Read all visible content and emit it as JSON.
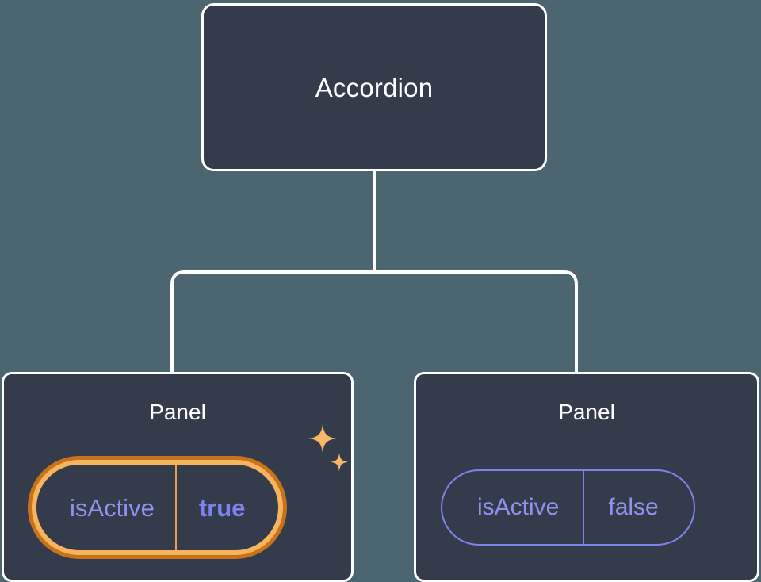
{
  "theme": {
    "background": "#4c6671",
    "node_fill": "#343c4b",
    "node_border": "#ffffff",
    "edge_color": "#ffffff",
    "prop_text": "#8e93ef",
    "prop_border": "#7d83ec",
    "highlight_outer_ring": "#c8731c",
    "highlight_inner_ring": "#f6b45f",
    "sparkle_color": "#f9b867"
  },
  "tree": {
    "root": {
      "title": "Accordion"
    },
    "children": [
      {
        "title": "Panel",
        "highlighted": true,
        "prop": {
          "key": "isActive",
          "value": "true"
        },
        "sparkle_icon": "sparkles-icon"
      },
      {
        "title": "Panel",
        "highlighted": false,
        "prop": {
          "key": "isActive",
          "value": "false"
        }
      }
    ]
  }
}
